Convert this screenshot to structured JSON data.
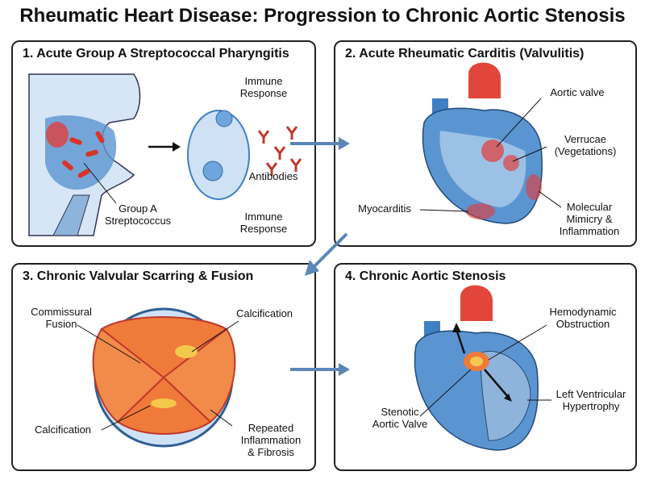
{
  "title": "Rheumatic Heart Disease: Progression to Chronic Aortic Stenosis",
  "panels": [
    {
      "title": "1. Acute Group A Streptococcal Pharyngitis",
      "labels": {
        "immune_top": "Immune\nResponse",
        "antibodies": "Antibodies",
        "group_a": "Group A\nStreptococcus",
        "immune_bottom": "Immune\nResponse"
      }
    },
    {
      "title": "2. Acute Rheumatic Carditis (Valvulitis)",
      "labels": {
        "aortic_valve": "Aortic valve",
        "verrucae": "Verrucae\n(Vegetations)",
        "myocarditis": "Myocarditis",
        "mimicry": "Molecular\nMimicry &\nInflammation"
      }
    },
    {
      "title": "3. Chronic Valvular Scarring & Fusion",
      "labels": {
        "commissural": "Commissural\nFusion",
        "calcification_top": "Calcification",
        "calcification_bottom": "Calcification",
        "repeated": "Repeated\nInflammation\n& Fibrosis"
      }
    },
    {
      "title": "4. Chronic Aortic Stenosis",
      "labels": {
        "hemodynamic": "Hemodynamic\nObstruction",
        "lvh": "Left Ventricular\nHypertrophy",
        "stenotic": "Stenotic\nAortic Valve"
      }
    }
  ],
  "colors": {
    "vessel_red": "#e2463a",
    "vessel_blue": "#3f7fc4",
    "heart_blue": "#5b95d1",
    "inflammation": "#e53935",
    "calcification": "#f2c94c",
    "valve_orange": "#f07a3a",
    "arrow": "#5a86b8"
  }
}
